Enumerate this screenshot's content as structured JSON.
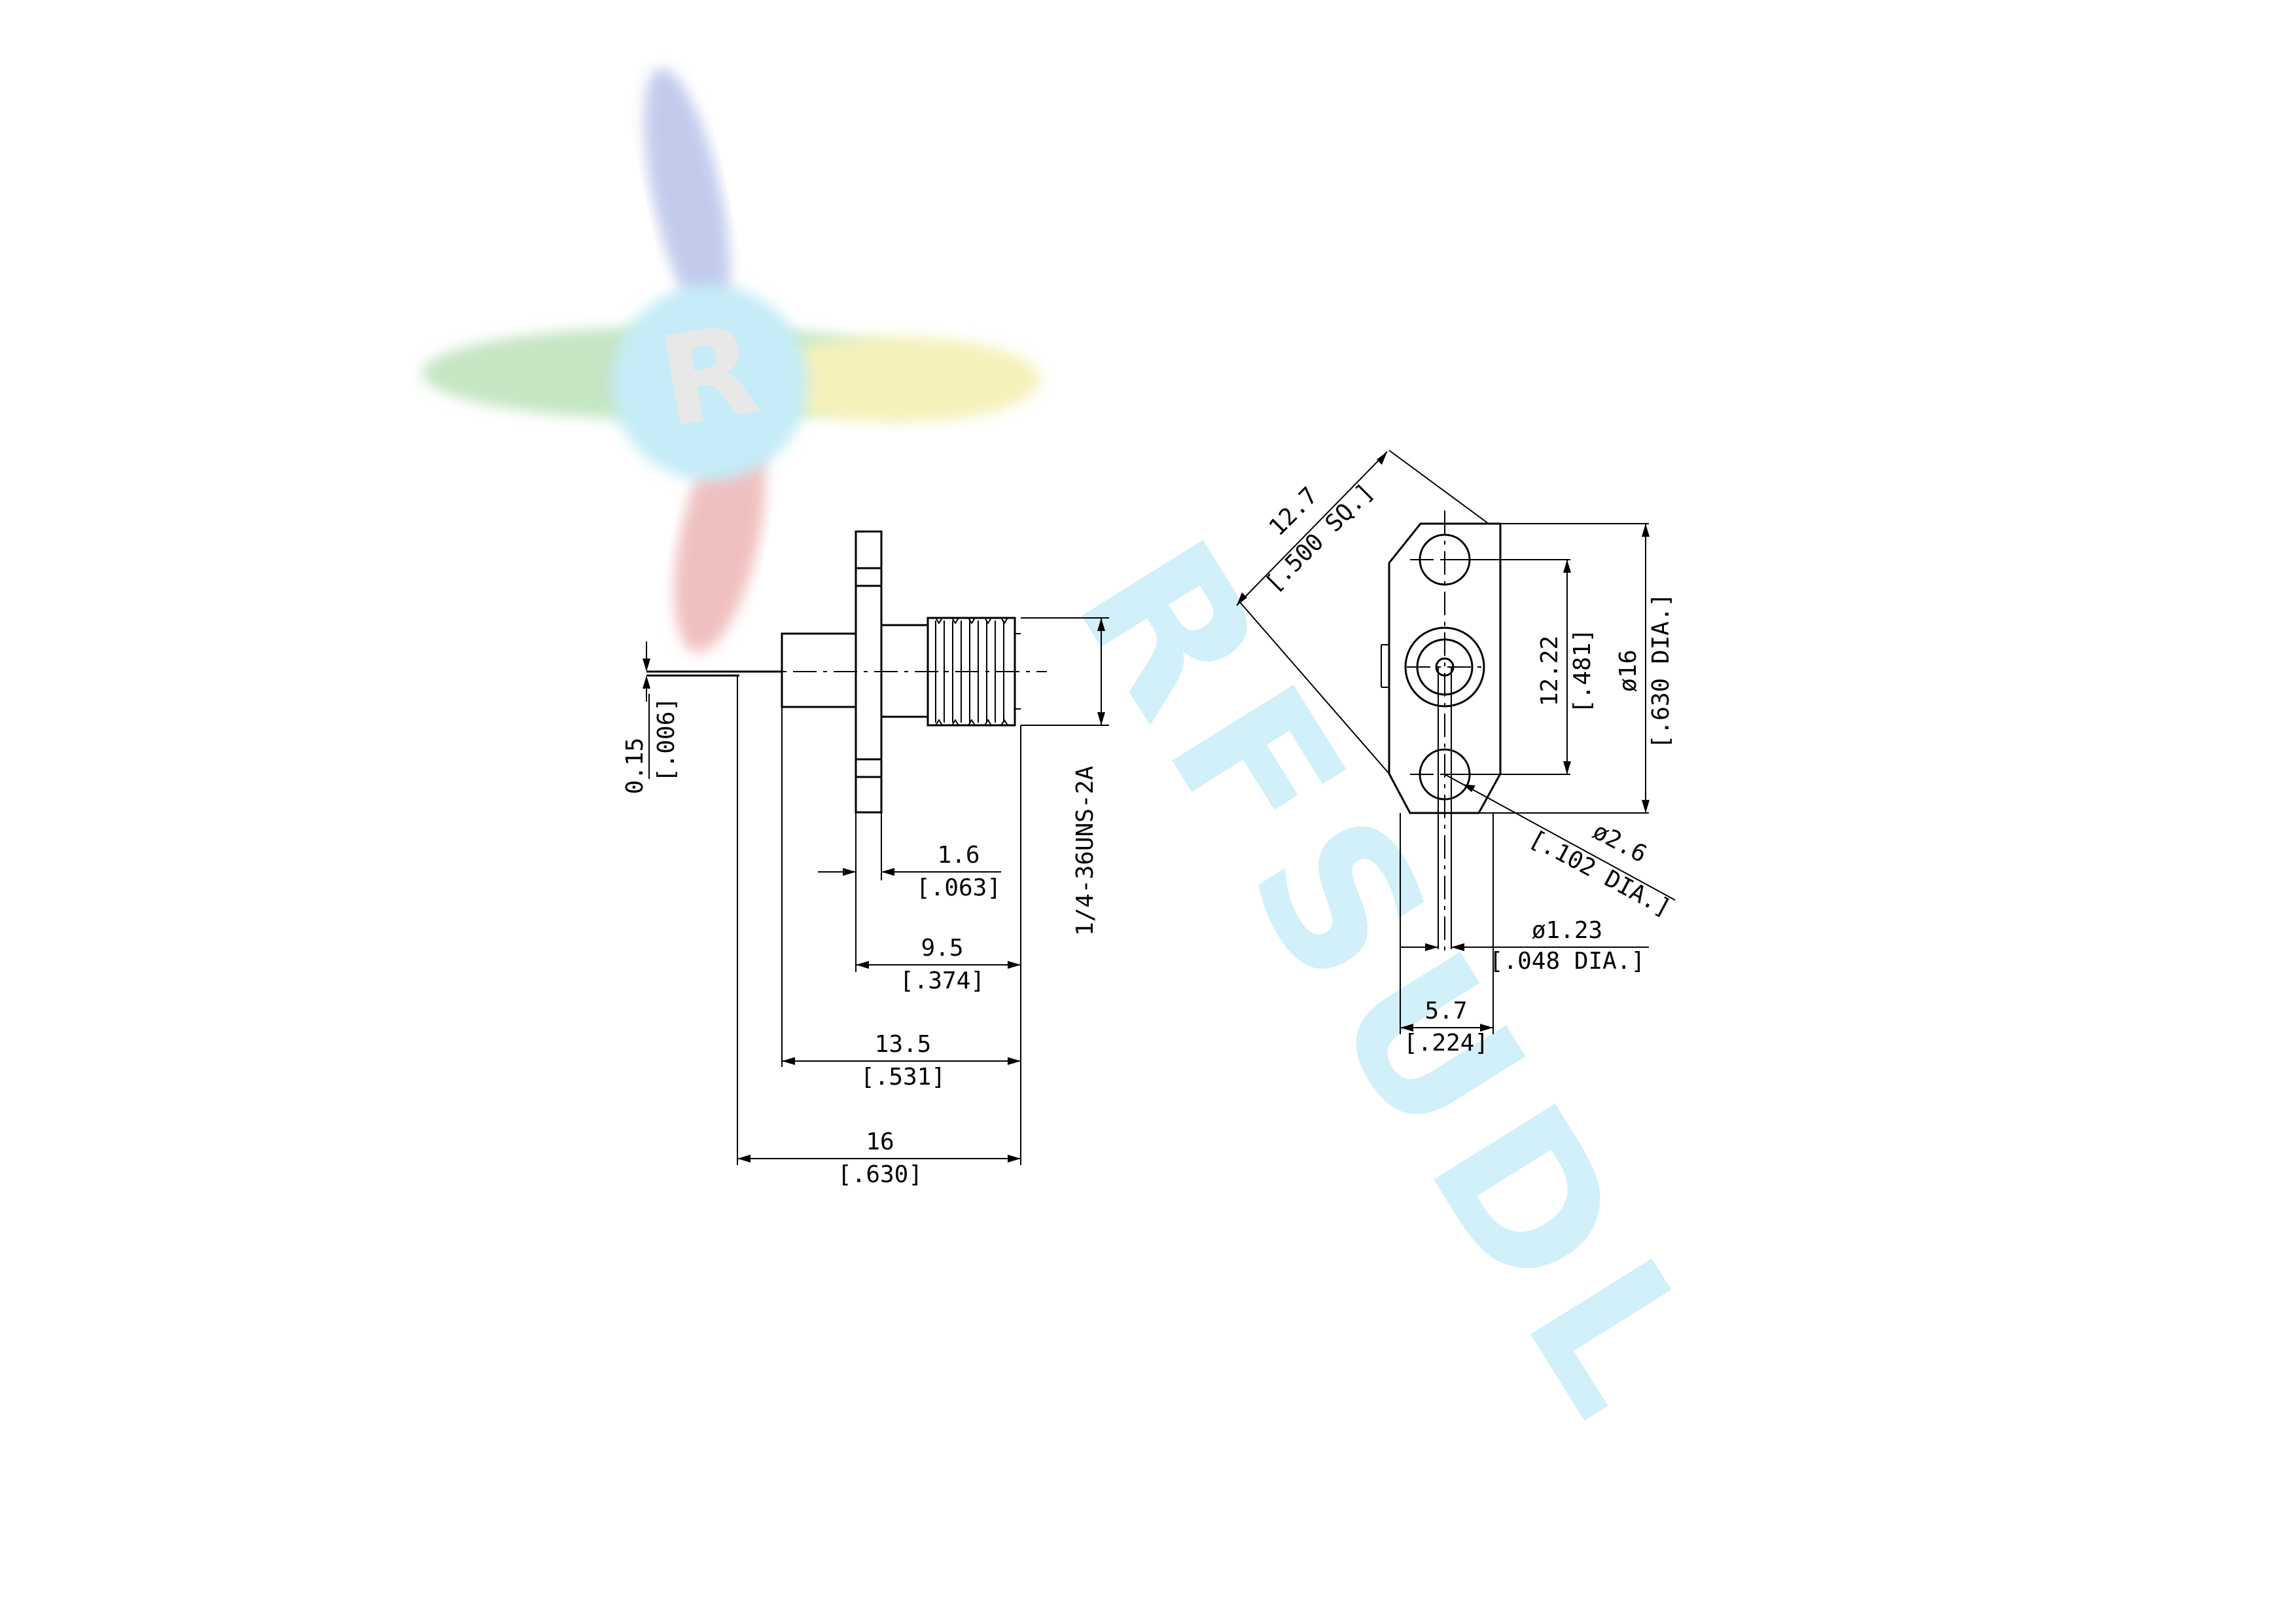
{
  "watermark": {
    "logo_letter": "R",
    "wordmark": "RFSUDL",
    "colors": {
      "blue": "#bcc6ea",
      "red": "#efb9b9",
      "green": "#bfe3bd",
      "yellow": "#f4f0b4",
      "cyan": "#bfeaf6"
    }
  },
  "side_view": {
    "dim_0_15": {
      "value": "0.15",
      "inch": "[.006]"
    },
    "thread": "1/4-36UNS-2A",
    "dim_1_6": {
      "value": "1.6",
      "inch": "[.063]"
    },
    "dim_9_5": {
      "value": "9.5",
      "inch": "[.374]"
    },
    "dim_13_5": {
      "value": "13.5",
      "inch": "[.531]"
    },
    "dim_16": {
      "value": "16",
      "inch": "[.630]"
    }
  },
  "front_view": {
    "dim_12_7": {
      "value": "12.7",
      "inch": "[.500 SQ.]"
    },
    "dim_12_22": {
      "value": "12.22",
      "inch": "[.481]"
    },
    "dim_dia16": {
      "value": "ø16",
      "inch": "[.630 DIA.]"
    },
    "dim_dia2_6": {
      "value": "ø2.6",
      "inch": "[.102 DIA.]"
    },
    "dim_dia1_23": {
      "value": "ø1.23",
      "inch": "[.048 DIA.]"
    },
    "dim_5_7": {
      "value": "5.7",
      "inch": "[.224]"
    }
  }
}
